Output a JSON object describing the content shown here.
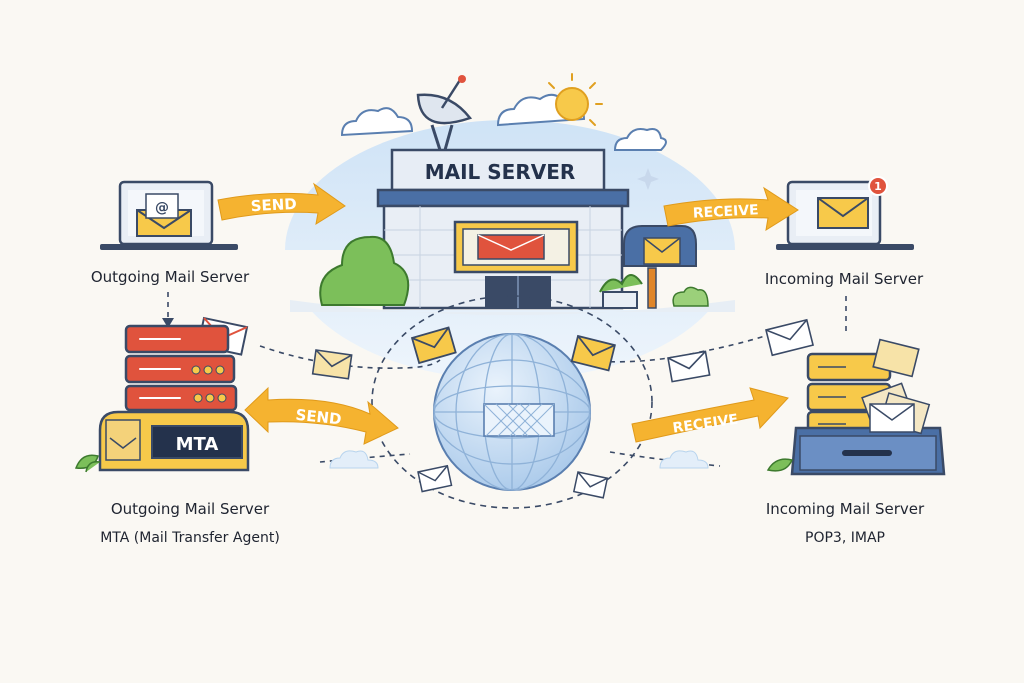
{
  "building": {
    "sign": "MAIL SERVER"
  },
  "arrows": {
    "top_send": "SEND",
    "top_receive": "RECEIVE",
    "bottom_send": "SEND",
    "bottom_receive": "RECEIVE"
  },
  "badge": {
    "count": "1"
  },
  "labels": {
    "top_left": "Outgoing Mail Server",
    "top_right": "Incoming Mail Server",
    "bottom_left_title": "Outgoing Mail Server",
    "bottom_left_sub": "MTA (Mail Transfer Agent)",
    "bottom_right_title": "Incoming Mail Server",
    "bottom_right_sub": "POP3, IMAP"
  },
  "mta": {
    "label": "MTA"
  },
  "icons": {
    "at_symbol": "@"
  },
  "colors": {
    "arrow_orange": "#f5b330",
    "server_red": "#e0533d",
    "server_yellow": "#f7c94a",
    "building_blue": "#4a6fa5",
    "globe_blue": "#b8d4ee",
    "sky_blue": "#d7e8f7"
  }
}
